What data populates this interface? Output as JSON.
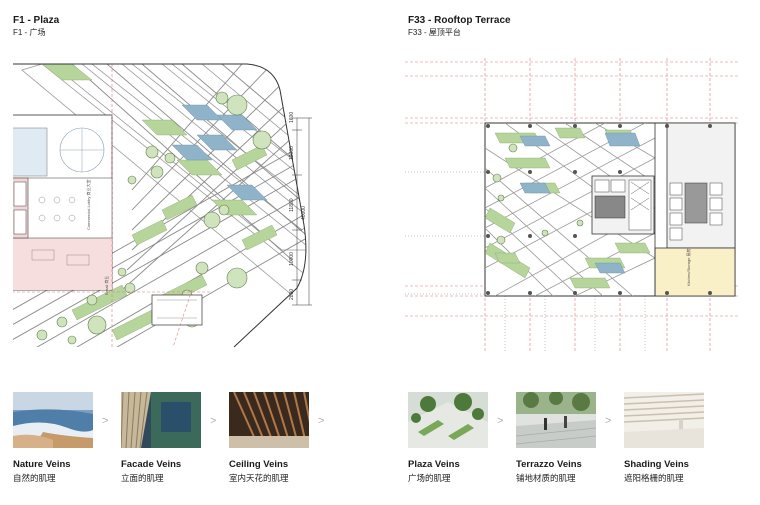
{
  "left_panel": {
    "title": "F1 - Plaza",
    "subtitle": "F1 - 广场",
    "dimensions": [
      "1600",
      "12000",
      "11800",
      "40000",
      "10000",
      "2800"
    ],
    "room_labels": [
      "Commercial Lobby 商业大堂",
      "Retail 商业"
    ]
  },
  "right_panel": {
    "title": "F33 - Rooftop Terrace",
    "subtitle": "F33 - 屋顶平台",
    "room_labels": [
      "Kitchen/Storage 厨房"
    ]
  },
  "veins_left": [
    {
      "en": "Nature Veins",
      "zh": "自然的肌理",
      "image": "sea-shore-photo"
    },
    {
      "en": "Facade Veins",
      "zh": "立面的肌理",
      "image": "glass-facade-photo"
    },
    {
      "en": "Ceiling Veins",
      "zh": "室内天花的肌理",
      "image": "wood-ceiling-photo"
    }
  ],
  "veins_right": [
    {
      "en": "Plaza Veins",
      "zh": "广场的肌理",
      "image": "plaza-aerial-photo"
    },
    {
      "en": "Terrazzo Veins",
      "zh": "铺地材质的肌理",
      "image": "terrazzo-plaza-photo"
    },
    {
      "en": "Shading Veins",
      "zh": "遮阳格栅的肌理",
      "image": "shading-louver-photo"
    }
  ],
  "arrow_glyph": ">",
  "colors": {
    "planting": "#b5d59a",
    "water": "#8fb3c8",
    "dim_red": "#e07a7a",
    "lobby_pink": "#f7dede",
    "kitchen_yellow": "#faf0c8"
  }
}
